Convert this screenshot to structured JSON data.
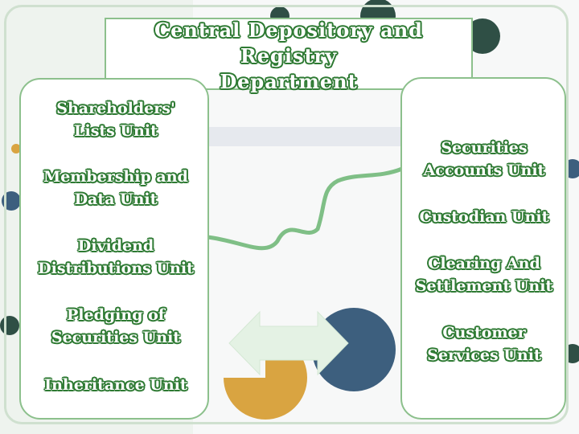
{
  "title": "Central Depository and Registry\nDepartment",
  "left_units": [
    {
      "label": "Shareholders'\n Lists Unit"
    },
    {
      "label": "Membership and\n Data Unit"
    },
    {
      "label": "Dividend\nDistributions Unit"
    },
    {
      "label": "Pledging of\nSecurities Unit"
    },
    {
      "label": "Inheritance Unit"
    }
  ],
  "right_units": [
    {
      "label": "Securities\nAccounts Unit"
    },
    {
      "label": "Custodian Unit"
    },
    {
      "label": "Clearing And\nSettlement Unit"
    },
    {
      "label": "Customer\nServices Unit"
    }
  ],
  "colors": {
    "text_outline": "#2e7a33",
    "border": "#8cc08c",
    "arrow": "#e4f2e4",
    "yellow_circle": "#d9a441",
    "blue_circle": "#3d5f7e",
    "dark_circle": "#2f4f45",
    "wiggle_line": "#7fbf86"
  },
  "icons": [
    "double-arrow-icon"
  ]
}
